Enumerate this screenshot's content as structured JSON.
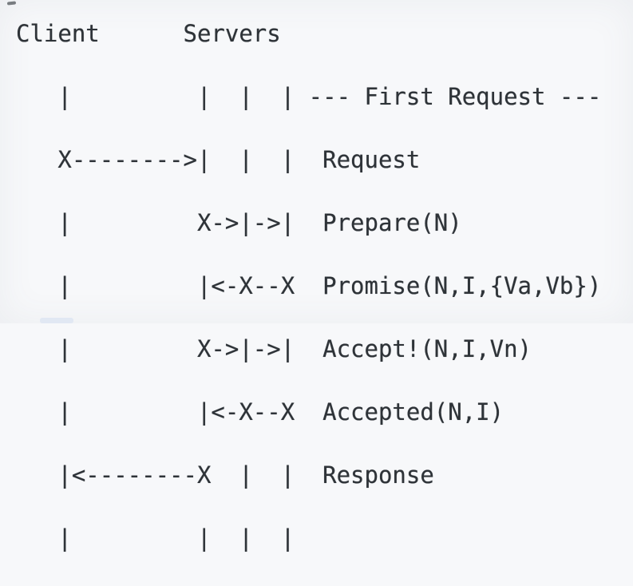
{
  "diagram": {
    "kind": "ascii-sequence-diagram",
    "actors": [
      "Client",
      "Servers"
    ],
    "banner": "--- First Request ---",
    "messages": [
      {
        "label": "Request",
        "flow": "X-------->|  |  |"
      },
      {
        "label": "Prepare(N)",
        "flow": "X->|->|"
      },
      {
        "label": "Promise(N,I,{Va,Vb})",
        "flow": "|<-X--X"
      },
      {
        "label": "Accept!(N,I,Vn)",
        "flow": "X->|->|"
      },
      {
        "label": "Accepted(N,I)",
        "flow": "|<-X--X"
      },
      {
        "label": "Response",
        "flow": "|<--------X  |  |"
      }
    ],
    "rows": [
      "Client      Servers",
      "   |         |  |  | --- First Request ---",
      "   X-------->|  |  |  Request",
      "   |         X->|->|  Prepare(N)",
      "   |         |<-X--X  Promise(N,I,{Va,Vb})",
      "   |         X->|->|  Accept!(N,I,Vn)",
      "   |         |<-X--X  Accepted(N,I)",
      "   |<--------X  |  |  Response",
      "   |         |  |  |"
    ]
  },
  "colors": {
    "background": "#f7f8fa",
    "text": "#2e3338"
  }
}
